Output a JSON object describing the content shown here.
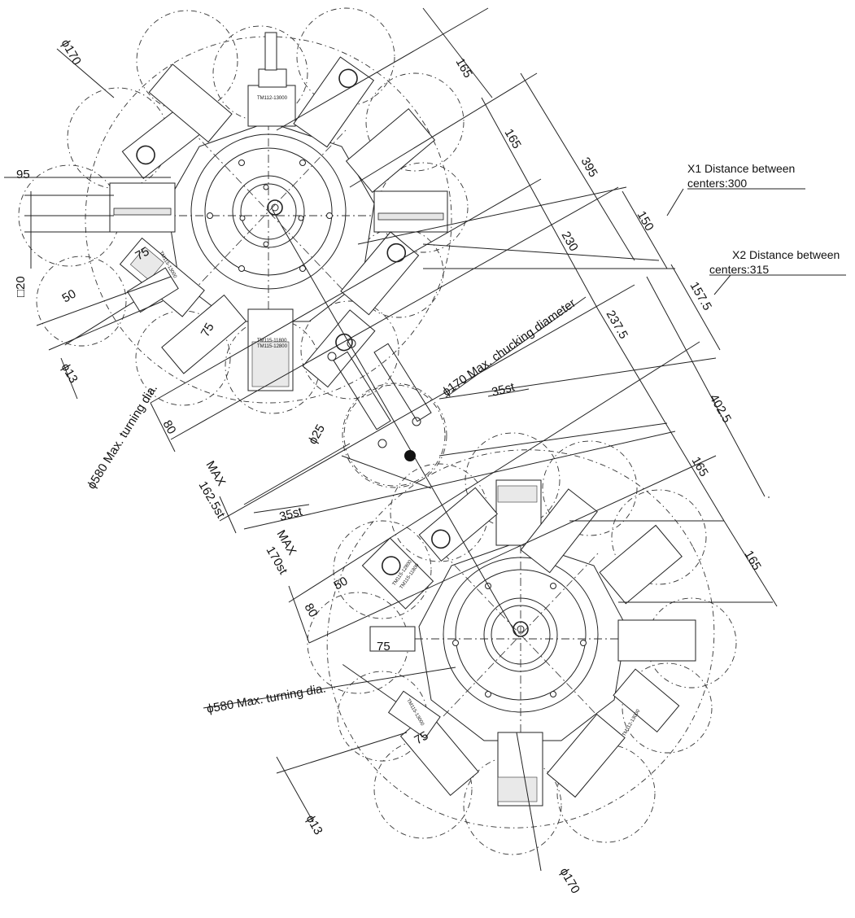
{
  "notes": {
    "x1_line1": "X1 Distance between",
    "x1_line2": "centers:300",
    "x2_line1": "X2 Distance between",
    "x2_line2": "centers:315"
  },
  "labels": {
    "max_chucking": "ϕ170 Max. chucking diameter",
    "max_turning_top": "ϕ580 Max. turning dia.",
    "max_turning_bottom": "ϕ580 Max. turning dia.",
    "phi170_top": "ϕ170",
    "phi170_bottom": "ϕ170",
    "phi13_top": "ϕ13",
    "phi13_bottom": "ϕ13",
    "phi25": "ϕ25",
    "sq20": "□20",
    "max_a": "MAX",
    "st_1625": "162.5st",
    "max_b": "MAX",
    "st_170": "170st"
  },
  "dimensions": {
    "d95": "95",
    "d75_a": "75",
    "d75_b": "75",
    "d75_c": "75",
    "d75_d": "75",
    "d50_a": "50",
    "d50_b": "50",
    "d80_a": "80",
    "d80_b": "80",
    "d165_a": "165",
    "d165_b": "165",
    "d165_c": "165",
    "d165_d": "165",
    "d395": "395",
    "d150": "150",
    "d230": "230",
    "d1575": "157.5",
    "d2375": "237.5",
    "d4025": "402.5",
    "st35_a": "35st",
    "st35_b": "35st"
  },
  "part_numbers": {
    "top_upper": "TM112-13000",
    "top_left": "TM115-13000",
    "top_lower": "TM115-11800",
    "top_lower2": "TM115-12800",
    "bottom_a": "TM115-12800",
    "bottom_b": "TM115-11800",
    "bottom_left": "TM115-13000",
    "bottom_right": "TM112-13000"
  }
}
